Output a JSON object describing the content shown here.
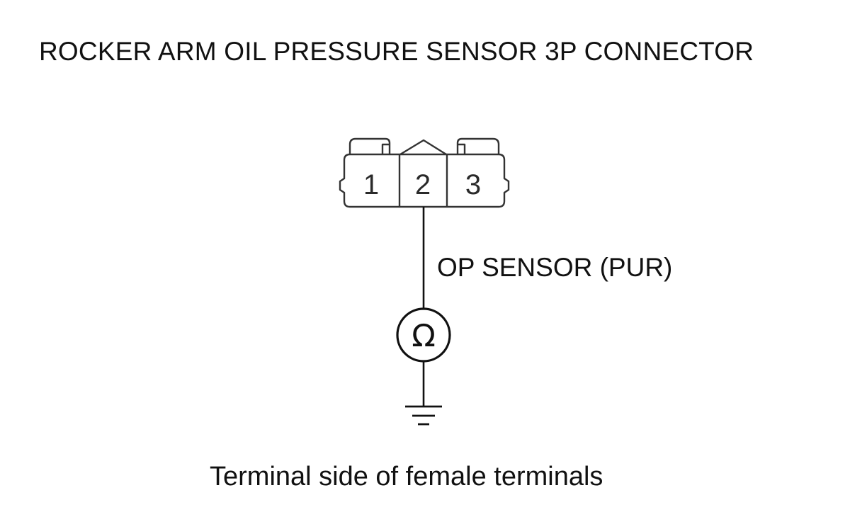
{
  "title": "ROCKER ARM OIL PRESSURE SENSOR 3P CONNECTOR",
  "connector": {
    "pins": [
      "1",
      "2",
      "3"
    ]
  },
  "wire_label": "OP SENSOR (PUR)",
  "meter_symbol": "Ω",
  "caption": "Terminal side of female terminals",
  "icons": {
    "meter": "ohmmeter-icon",
    "ground": "ground-icon"
  },
  "colors": {
    "line": "#111111",
    "connector_outline": "#333333"
  }
}
